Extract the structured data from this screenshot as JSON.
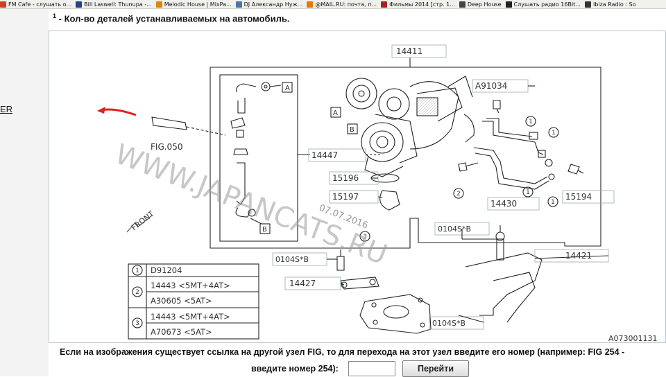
{
  "bookmarks": [
    {
      "label": "FM Cafe - слушать о...",
      "icon": "radio-icon",
      "color": "#d04020"
    },
    {
      "label": "Bill Laswell: Thunupa -...",
      "icon": "j-logo-icon",
      "color": "#224488"
    },
    {
      "label": "Melodic House | MixPa...",
      "icon": "mix-icon",
      "color": "#dd8800"
    },
    {
      "label": "DJ Александр Нуж...",
      "icon": "vk-icon",
      "color": "#4a76a8"
    },
    {
      "label": "@MAIL.RU: почта, п...",
      "icon": "mail-icon",
      "color": "#ee7700"
    },
    {
      "label": "Фильмы 2014 [стр. 1...",
      "icon": "film-icon",
      "color": "#aa2222"
    },
    {
      "label": "Deep House",
      "icon": "music-icon",
      "color": "#444444"
    },
    {
      "label": "Слушать радио 16Bit...",
      "icon": "radio-icon",
      "color": "#222222"
    },
    {
      "label": "Ibiza Radio : So",
      "icon": "music-icon",
      "color": "#333333"
    }
  ],
  "side_link": "ER",
  "footnote": {
    "num": "1",
    "text": " - Кол-во деталей устанавливаемых на автомобиль."
  },
  "diagram": {
    "parts": {
      "p14411": "14411",
      "pA91034": "A91034",
      "p14447": "14447",
      "p15196": "15196",
      "p15197": "15197",
      "p14430": "14430",
      "p15194": "15194",
      "p0104SB_a": "0104S*B",
      "p0104SB_b": "0104S*B",
      "p0104SB_c": "0104S*B",
      "p14421": "14421",
      "p14427": "14427"
    },
    "fig_ref": "FIG.050",
    "code": "A073001131",
    "front": "FRONT",
    "watermark": "WWW.JAPANCATS.RU",
    "date": "07.07.2016",
    "markers": {
      "A": "A",
      "B": "B",
      "n1": "1",
      "n2": "2",
      "n3": "3"
    },
    "legend": [
      {
        "num": "1",
        "rows": [
          "D91204"
        ]
      },
      {
        "num": "2",
        "rows": [
          "14443 <5MT+4AT>",
          "A30605 <5AT>"
        ]
      },
      {
        "num": "3",
        "rows": [
          "14443 <5MT+4AT>",
          "A70673 <5AT>"
        ]
      }
    ]
  },
  "instructions": {
    "line1": "Если на изображения существует ссылка на другой узел FIG, то для перехода на этот узел введите его номер (например: FIG 254 -",
    "line2": "введите номер 254):",
    "go_label": "Перейти"
  }
}
